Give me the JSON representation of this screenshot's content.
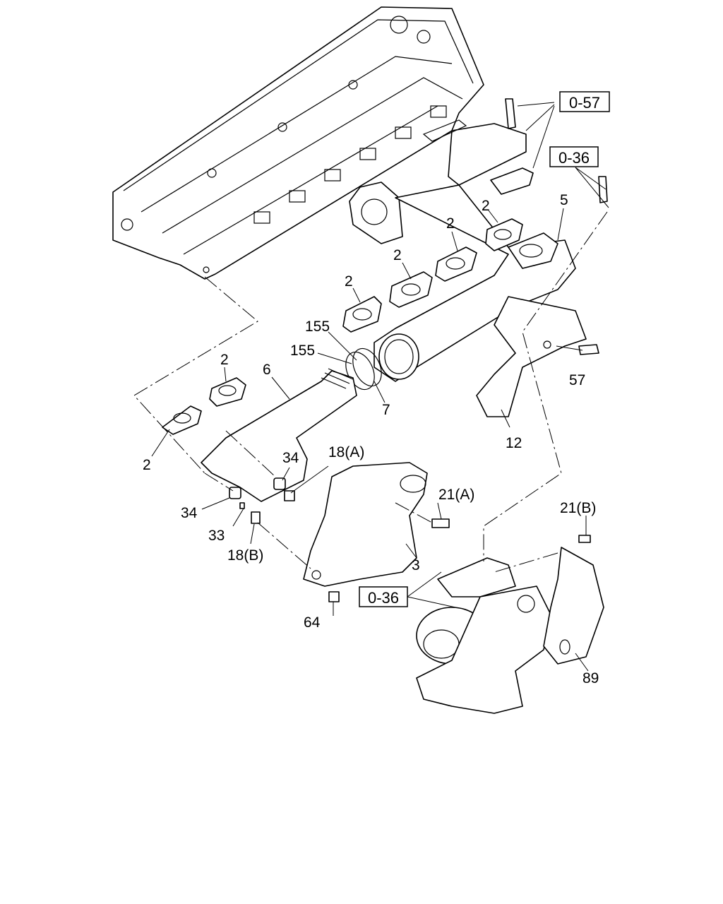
{
  "references": {
    "ref_057": "0-57",
    "ref_036_top": "0-36",
    "ref_036_bottom": "0-36"
  },
  "parts": {
    "p2_a": "2",
    "p2_b": "2",
    "p2_c": "2",
    "p2_d": "2",
    "p2_e": "2",
    "p2_f": "2",
    "p5": "5",
    "p155_a": "155",
    "p155_b": "155",
    "p6": "6",
    "p7": "7",
    "p57": "57",
    "p12": "12",
    "p34_a": "34",
    "p34_b": "34",
    "p18a": "18(A)",
    "p21a": "21(A)",
    "p21b": "21(B)",
    "p33": "33",
    "p18b": "18(B)",
    "p3": "3",
    "p64": "64",
    "p89": "89"
  }
}
